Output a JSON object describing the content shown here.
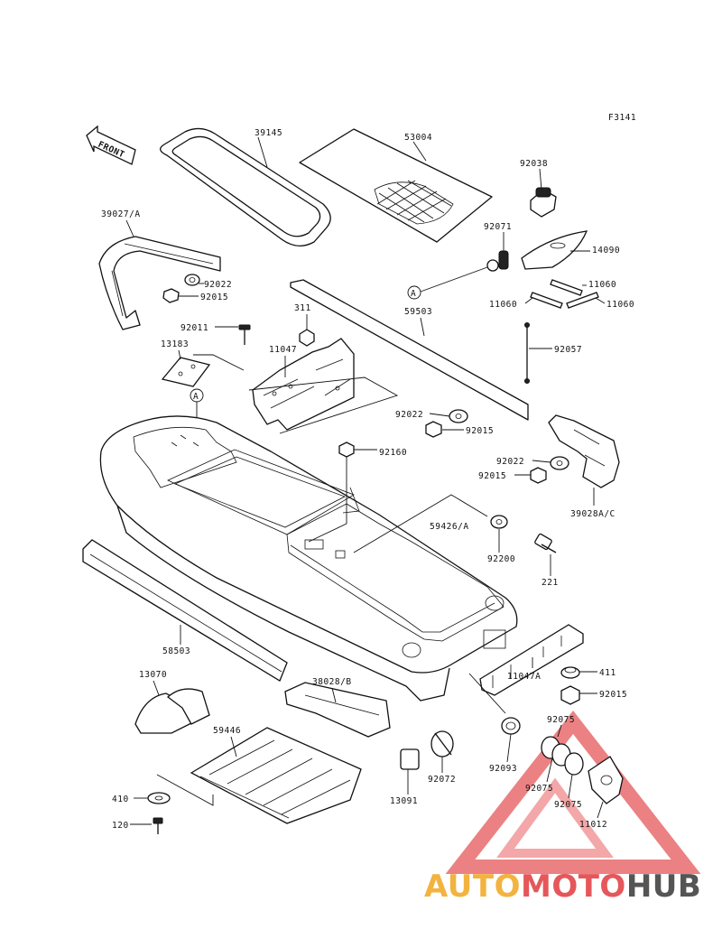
{
  "figure_code": "F3141",
  "front_label": "FRONT",
  "callout_letter": "A",
  "colors": {
    "line": "#111111",
    "watermark_red": "#e5575a",
    "watermark_yellow": "#f3b33f",
    "watermark_gray": "#555555"
  },
  "watermark": {
    "part1": "AUTO",
    "part2": "MOTO",
    "part3": "HUB",
    "logo": "AUTOMOTOHUB"
  },
  "parts": [
    "39145",
    "53004",
    "92038",
    "39027/A",
    "92071",
    "14090",
    "92022",
    "92015",
    "11060",
    "11060",
    "11060",
    "311",
    "59503",
    "92011",
    "13183",
    "11047",
    "92057",
    "92022",
    "92015",
    "92160",
    "92022",
    "92015",
    "39028A/C",
    "59426/A",
    "92200",
    "221",
    "58503",
    "13070",
    "38028/B",
    "411",
    "11047A",
    "92015",
    "59446",
    "92075",
    "410",
    "92093",
    "92072",
    "13091",
    "92075",
    "92075",
    "11012",
    "120"
  ]
}
